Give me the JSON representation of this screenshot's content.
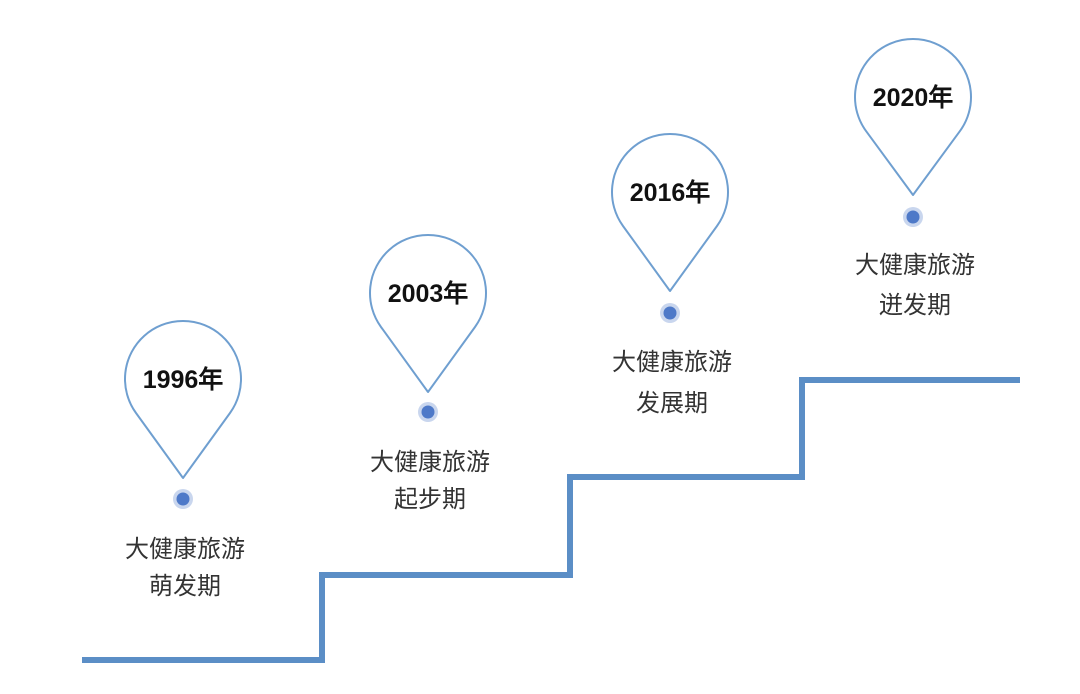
{
  "colors": {
    "staircase": "#5b8ec6",
    "pin_outline": "#6f9fd0",
    "dot_fill": "#4e79c8",
    "dot_halo": "#c9d6ee",
    "year_text": "#111111",
    "label_text": "#333333"
  },
  "milestones": [
    {
      "year": "1996年",
      "line1": "大健康旅游",
      "line2": "萌发期"
    },
    {
      "year": "2003年",
      "line1": "大健康旅游",
      "line2": "起步期"
    },
    {
      "year": "2016年",
      "line1": "大健康旅游",
      "line2": "发展期"
    },
    {
      "year": "2020年",
      "line1": "大健康旅游",
      "line2": "迸发期"
    }
  ]
}
